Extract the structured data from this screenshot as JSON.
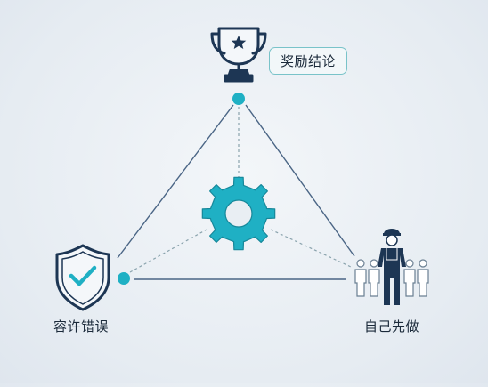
{
  "diagram": {
    "top_label": "奖励结论",
    "left_label": "容许错误",
    "right_label": "自己先做"
  },
  "colors": {
    "navy": "#1d3654",
    "teal": "#1fb0c4",
    "line": "#4a6585",
    "dashed": "#8aa3ad"
  },
  "icons": {
    "top": "trophy-icon",
    "left": "shield-check-icon",
    "center": "gear-icon",
    "right": "leader-with-team-icon"
  }
}
